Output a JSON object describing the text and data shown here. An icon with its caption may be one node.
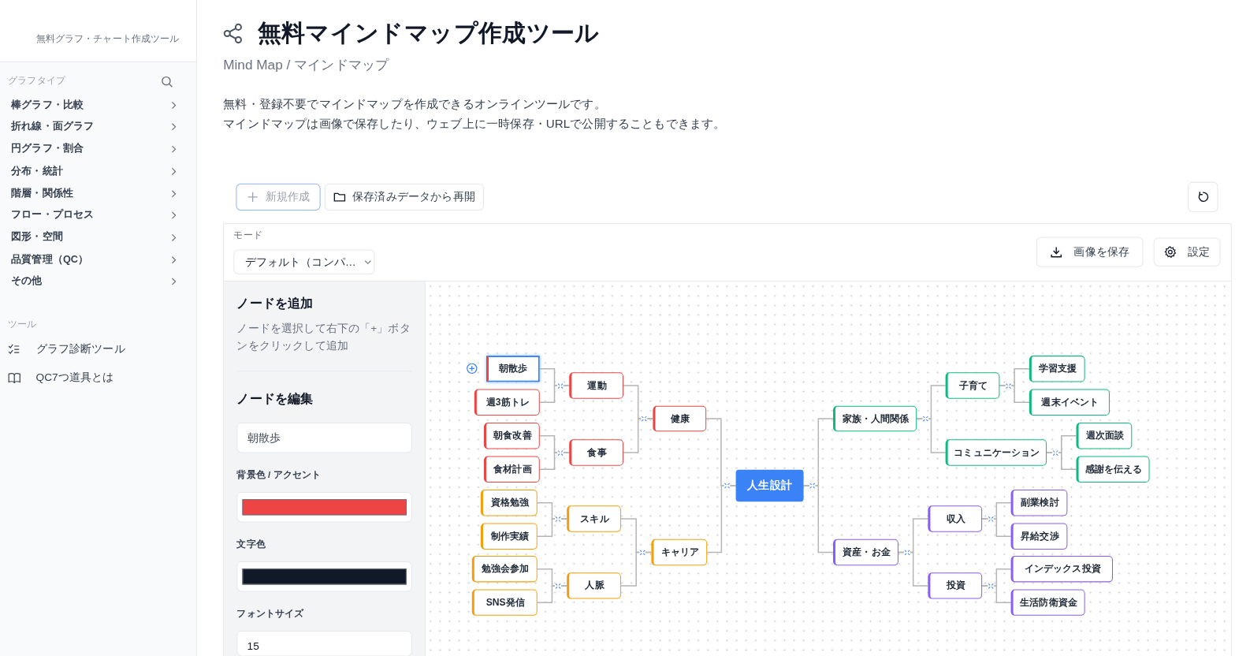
{
  "diagram": {
    "title": "無料マインドマップ作成ツール",
    "nodes": [
      {
        "text": [
          "人生設計"
        ]
      },
      {
        "text": [
          "健康"
        ]
      },
      {
        "text": [
          "運動"
        ]
      },
      {
        "text": [
          "食事"
        ]
      },
      {
        "text": [
          "キャリア"
        ]
      },
      {
        "text": [
          "スキル"
        ]
      },
      {
        "text": [
          "人脈"
        ]
      },
      {
        "text": [
          "朝散歩"
        ]
      },
      {
        "text": [
          "週3筋トレ"
        ]
      },
      {
        "text": [
          "朝食改善"
        ]
      },
      {
        "text": [
          "食材計画"
        ]
      },
      {
        "text": [
          "資格勉強"
        ]
      },
      {
        "text": [
          "制作実績"
        ]
      },
      {
        "text": [
          "勉強会参加"
        ]
      },
      {
        "text": [
          "SNS発信"
        ]
      },
      {
        "text": [
          "家族・人間関係"
        ]
      },
      {
        "text": [
          "子育て"
        ]
      },
      {
        "text": [
          "コミュニケーション"
        ]
      },
      {
        "text": [
          "資産・お金"
        ]
      },
      {
        "text": [
          "収入"
        ]
      },
      {
        "text": [
          "投資"
        ]
      },
      {
        "text": [
          "学習支援"
        ]
      },
      {
        "text": [
          "週末イベント"
        ]
      },
      {
        "text": [
          "週次面談"
        ]
      },
      {
        "text": [
          "感謝を伝える"
        ]
      },
      {
        "text": [
          "副業検討"
        ]
      },
      {
        "text": [
          "昇給交渉"
        ]
      },
      {
        "text": [
          "インデックス投資"
        ]
      },
      {
        "text": [
          "生活防衛資金"
        ]
      }
    ],
    "edges": [
      {
        "from": 0,
        "to": 1,
        "arrow": "none"
      },
      {
        "from": 0,
        "to": 4,
        "arrow": "none"
      },
      {
        "from": 1,
        "to": 2,
        "arrow": "none"
      },
      {
        "from": 1,
        "to": 3,
        "arrow": "none"
      },
      {
        "from": 2,
        "to": 7,
        "arrow": "none"
      },
      {
        "from": 2,
        "to": 8,
        "arrow": "none"
      },
      {
        "from": 3,
        "to": 9,
        "arrow": "none"
      },
      {
        "from": 3,
        "to": 10,
        "arrow": "none"
      },
      {
        "from": 4,
        "to": 5,
        "arrow": "none"
      },
      {
        "from": 4,
        "to": 6,
        "arrow": "none"
      },
      {
        "from": 5,
        "to": 11,
        "arrow": "none"
      },
      {
        "from": 5,
        "to": 12,
        "arrow": "none"
      },
      {
        "from": 6,
        "to": 13,
        "arrow": "none"
      },
      {
        "from": 6,
        "to": 14,
        "arrow": "none"
      },
      {
        "from": 0,
        "to": 15,
        "arrow": "none"
      },
      {
        "from": 0,
        "to": 18,
        "arrow": "none"
      },
      {
        "from": 15,
        "to": 16,
        "arrow": "none"
      },
      {
        "from": 15,
        "to": 17,
        "arrow": "none"
      },
      {
        "from": 16,
        "to": 21,
        "arrow": "none"
      },
      {
        "from": 16,
        "to": 22,
        "arrow": "none"
      },
      {
        "from": 17,
        "to": 23,
        "arrow": "none"
      },
      {
        "from": 17,
        "to": 24,
        "arrow": "none"
      },
      {
        "from": 18,
        "to": 19,
        "arrow": "none"
      },
      {
        "from": 18,
        "to": 20,
        "arrow": "none"
      },
      {
        "from": 19,
        "to": 25,
        "arrow": "none"
      },
      {
        "from": 19,
        "to": 26,
        "arrow": "none"
      },
      {
        "from": 20,
        "to": 27,
        "arrow": "none"
      },
      {
        "from": 20,
        "to": 28,
        "arrow": "none"
      }
    ],
    "labels": [
      "無料グラフ・チャート作成ツール",
      "グラフタイプ",
      "棒グラフ・比較",
      "折れ線・面グラフ",
      "円グラフ・割合",
      "分布・統計",
      "階層・関係性",
      "フロー・プロセス",
      "図形・空間",
      "品質管理（QC）",
      "その他",
      "ツール",
      "グラフ診断ツール",
      "QC7つ道具とは",
      "Mind Map / マインドマップ",
      "無料・登録不要でマインドマップを作成できるオンラインツールです。",
      "マインドマップは画像で保存したり、ウェブ上に一時保存・URLで公開することもできます。",
      "新規作成",
      "保存済みデータから再開",
      "モード",
      "デフォルト（コンパ…",
      "画像を保存",
      "設定",
      "ノードを追加",
      "ノードを選択して右下の「+」ボタンをクリックして追加",
      "ノードを編集",
      "朝散歩",
      "背景色 / アクセント",
      "文字色",
      "フォントサイズ",
      "15"
    ]
  }
}
